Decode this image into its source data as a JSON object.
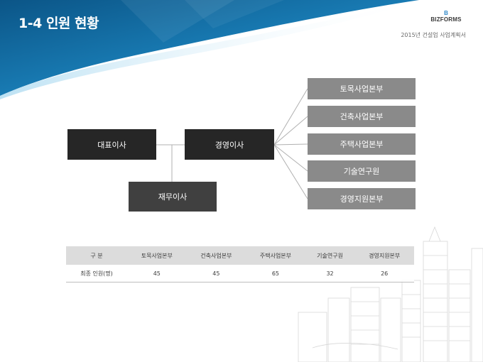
{
  "header": {
    "title": "1-4 인원 현황",
    "brand_mark": "B",
    "brand_name": "BIZFORMS",
    "subtitle": "2015년 건설업 사업계획서"
  },
  "org_chart": {
    "ceo": "대표이사",
    "managing_director": "경영이사",
    "finance_director": "재무이사",
    "divisions": [
      "토목사업본부",
      "건축사업본부",
      "주택사업본부",
      "기술연구원",
      "경영지원본부"
    ]
  },
  "table": {
    "headers": [
      "구 분",
      "토목사업본부",
      "건축사업본부",
      "주택사업본부",
      "기술연구원",
      "경영지원본부"
    ],
    "rows": [
      [
        "최종 인원(명)",
        "45",
        "45",
        "65",
        "32",
        "26"
      ]
    ]
  },
  "colors": {
    "banner_dark": "#0d5f91",
    "banner_mid": "#1e86bf",
    "banner_light": "#8ccbea",
    "box_dark": "#262626",
    "box_mid": "#404040",
    "box_light": "#8a8a8a"
  }
}
